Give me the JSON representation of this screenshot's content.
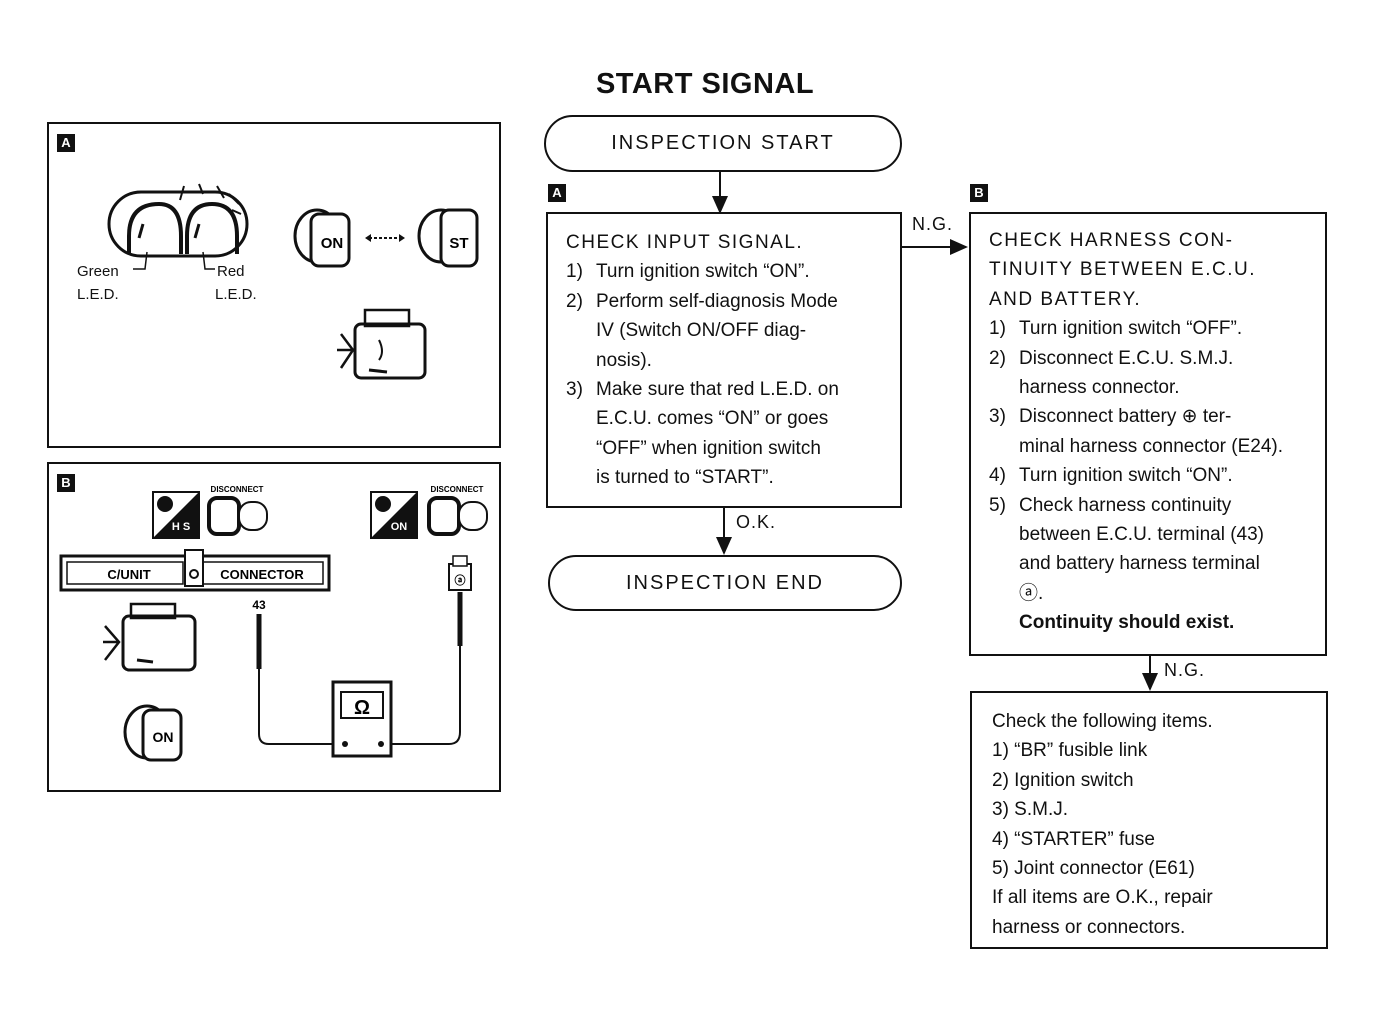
{
  "title": "START SIGNAL",
  "panel_a": {
    "badge": "A",
    "green_led_label_1": "Green",
    "green_led_label_2": "L.E.D.",
    "red_led_label_1": "Red",
    "red_led_label_2": "L.E.D.",
    "switch_on": "ON",
    "switch_st": "ST"
  },
  "panel_b": {
    "badge": "B",
    "left_sw": "H S",
    "right_sw": "ON",
    "disconnect_1": "DISCONNECT",
    "disconnect_2": "DISCONNECT",
    "cunit": "C/UNIT",
    "connector": "CONNECTOR",
    "pin_label": "43",
    "battery_terminal": "ⓐ",
    "ohm": "Ω",
    "key_on": "ON"
  },
  "flow": {
    "start": "INSPECTION START",
    "end": "INSPECTION END",
    "ok": "O.K.",
    "ng1": "N.G.",
    "ng2": "N.G.",
    "badge_a": "A",
    "badge_b": "B",
    "check_input": {
      "heading": "CHECK INPUT SIGNAL.",
      "steps": [
        {
          "n": "1)",
          "lines": [
            "Turn ignition switch “ON”."
          ]
        },
        {
          "n": "2)",
          "lines": [
            "Perform self-diagnosis Mode",
            "IV (Switch ON/OFF diag-",
            "nosis)."
          ]
        },
        {
          "n": "3)",
          "lines": [
            "Make sure that red L.E.D. on",
            "E.C.U. comes “ON” or goes",
            "“OFF” when ignition switch",
            "is turned to “START”."
          ]
        }
      ]
    },
    "check_harness": {
      "heading_1": "CHECK HARNESS CON-",
      "heading_2": "TINUITY BETWEEN E.C.U.",
      "heading_3": "AND BATTERY.",
      "steps": [
        {
          "n": "1)",
          "lines": [
            "Turn ignition switch “OFF”."
          ]
        },
        {
          "n": "2)",
          "lines": [
            "Disconnect E.C.U. S.M.J.",
            "harness connector."
          ]
        },
        {
          "n": "3)",
          "lines": [
            "Disconnect battery ⊕ ter-",
            "minal harness connector (E24)."
          ]
        },
        {
          "n": "4)",
          "lines": [
            "Turn ignition switch “ON”."
          ]
        },
        {
          "n": "5)",
          "lines": [
            "Check harness continuity",
            "between E.C.U. terminal (43)",
            "and battery harness terminal",
            "ⓐ."
          ]
        }
      ],
      "note": "Continuity should exist."
    },
    "check_items": {
      "heading": "Check the following items.",
      "items": [
        "1)  “BR” fusible link",
        "2)  Ignition switch",
        "3)  S.M.J.",
        "4)  “STARTER” fuse",
        "5)  Joint connector (E61)"
      ],
      "footer_1": "If all items are O.K., repair",
      "footer_2": "harness or connectors."
    }
  }
}
